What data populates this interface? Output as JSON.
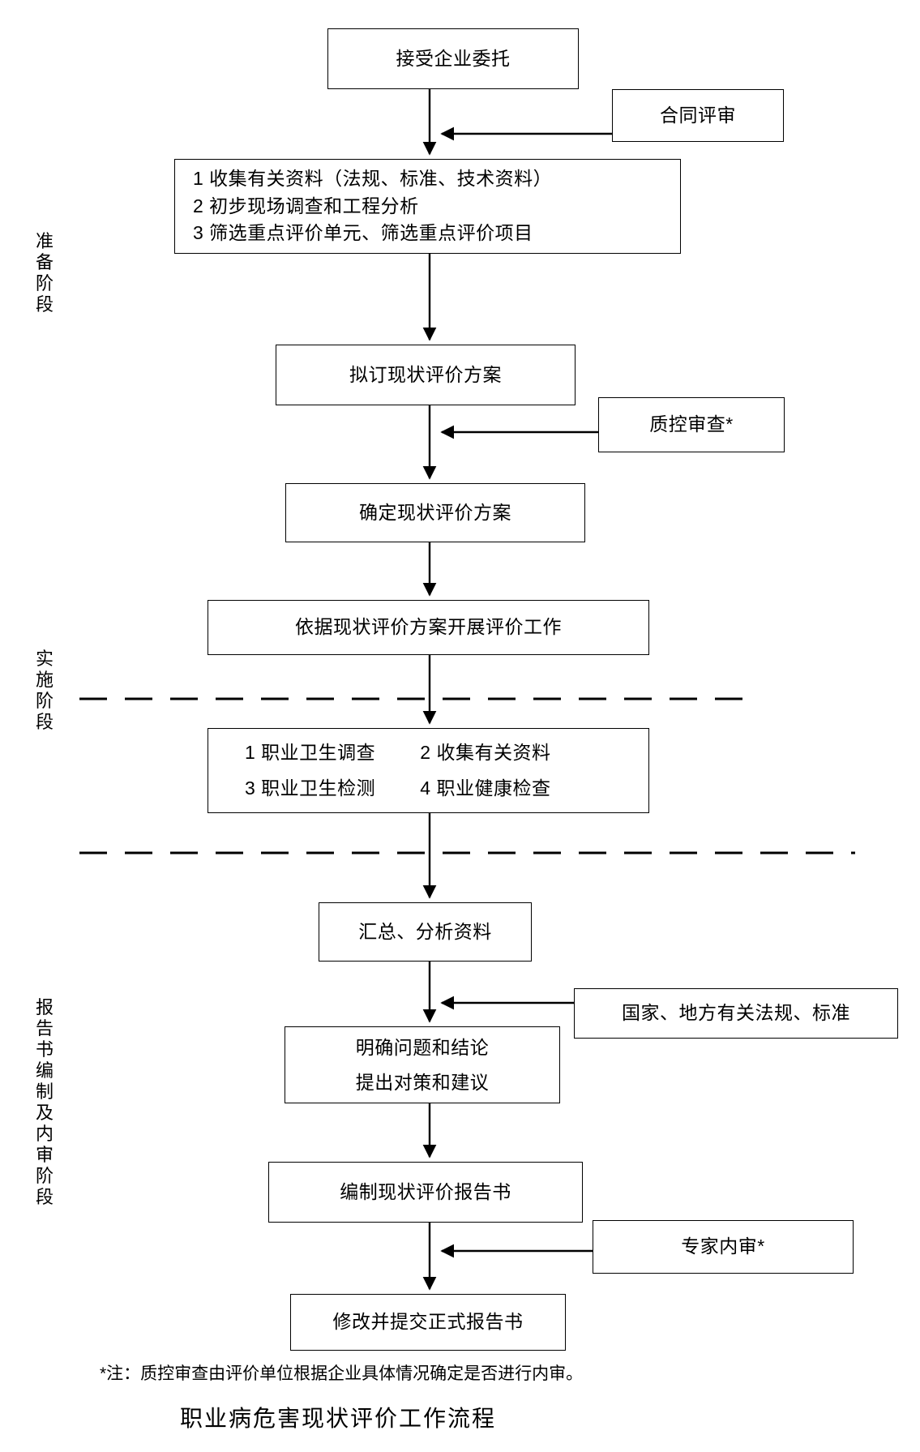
{
  "diagram": {
    "title": "职业病危害现状评价工作流程",
    "footnote": "*注：质控审查由评价单位根据企业具体情况确定是否进行内审。",
    "stages": [
      {
        "name": "preparation",
        "label": "准备阶段"
      },
      {
        "name": "implementation",
        "label": "实施阶段"
      },
      {
        "name": "report",
        "label": "报告书编制及内审阶段"
      }
    ],
    "nodes": {
      "accept_commission": {
        "text": "接受企业委托"
      },
      "contract_review": {
        "text": "合同评审"
      },
      "collect_info": {
        "lines": [
          "1 收集有关资料（法规、标准、技术资料）",
          "2 初步现场调查和工程分析",
          "3 筛选重点评价单元、筛选重点评价项目"
        ]
      },
      "draft_plan": {
        "text": "拟订现状评价方案"
      },
      "quality_review": {
        "text": "质控审查*"
      },
      "confirm_plan": {
        "text": "确定现状评价方案"
      },
      "carry_out": {
        "text": "依据现状评价方案开展评价工作"
      },
      "field_work": {
        "lines": [
          "1 职业卫生调查        2 收集有关资料",
          "3 职业卫生检测        4 职业健康检查"
        ]
      },
      "summarize": {
        "text": "汇总、分析资料"
      },
      "regulations": {
        "text": "国家、地方有关法规、标准"
      },
      "conclusions": {
        "lines": [
          "明确问题和结论",
          "提出对策和建议"
        ]
      },
      "compile_report": {
        "text": "编制现状评价报告书"
      },
      "expert_review": {
        "text": "专家内审*"
      },
      "final_report": {
        "text": "修改并提交正式报告书"
      }
    }
  }
}
